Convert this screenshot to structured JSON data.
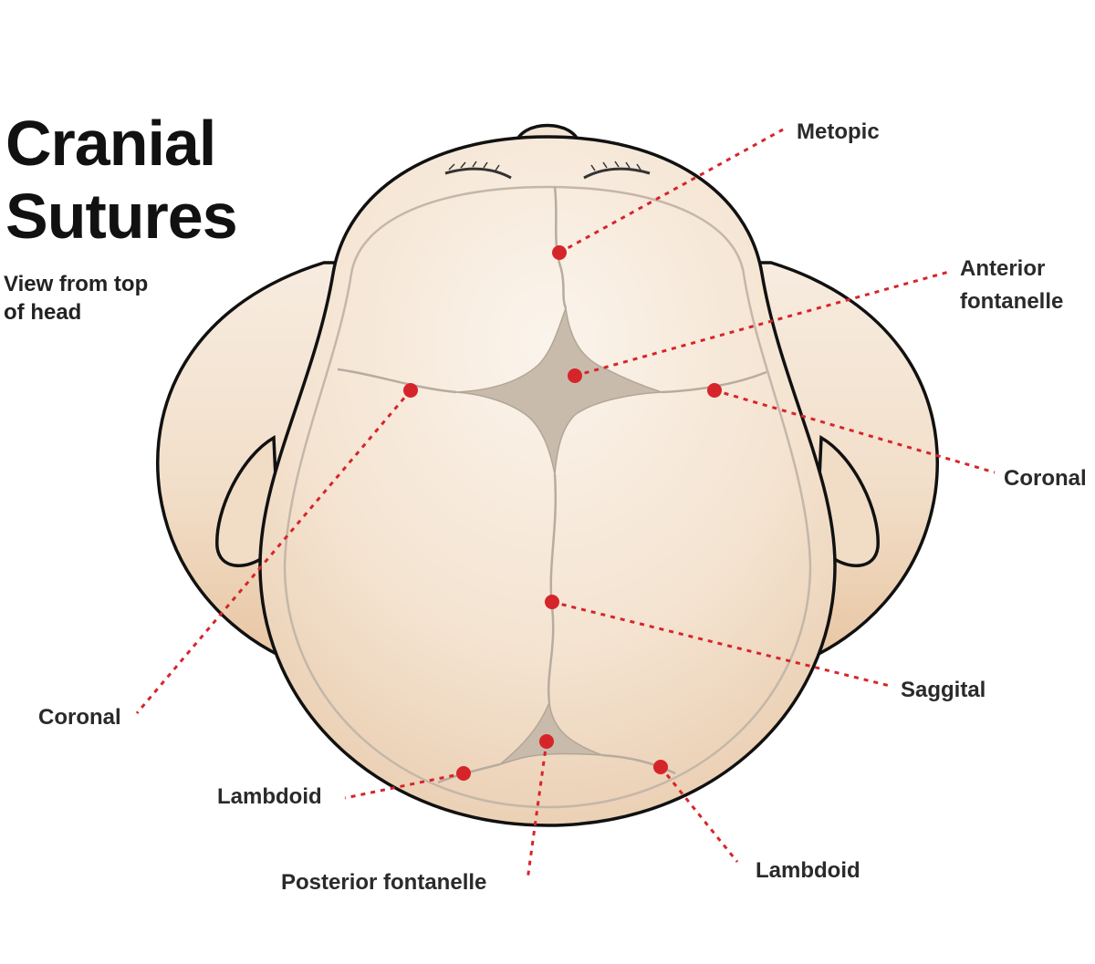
{
  "title": {
    "line1": "Cranial",
    "line2": "Sutures"
  },
  "subtitle": {
    "line1": "View from top",
    "line2": "of head"
  },
  "labels": {
    "metopic": "Metopic",
    "anterior_line1": "Anterior",
    "anterior_line2": "fontanelle",
    "coronal_right": "Coronal",
    "saggital": "Saggital",
    "coronal_left": "Coronal",
    "lambdoid_left": "Lambdoid",
    "posterior": "Posterior fontanelle",
    "lambdoid_right": "Lambdoid"
  },
  "colors": {
    "skin": "#f3e2cd",
    "skin_shadow": "#e9c9a8",
    "outline": "#111111",
    "suture": "#b7aca0",
    "fontanelle": "#c9bcad",
    "pointer": "#d6252a"
  }
}
